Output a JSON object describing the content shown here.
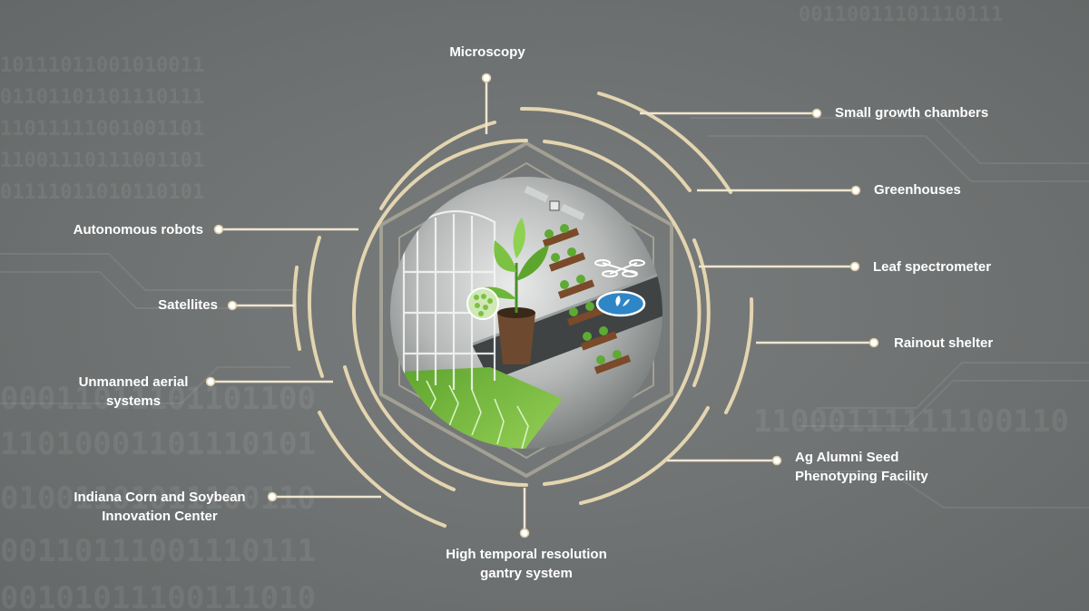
{
  "labels": {
    "microscopy": "Microscopy",
    "small_growth_chambers": "Small growth chambers",
    "greenhouses": "Greenhouses",
    "leaf_spectrometer": "Leaf spectrometer",
    "rainout_shelter": "Rainout shelter",
    "ag_alumni": [
      "Ag Alumni Seed",
      "Phenotyping Facility"
    ],
    "gantry": [
      "High temporal resolution",
      "gantry system"
    ],
    "indiana": [
      "Indiana Corn and Soybean",
      "Innovation Center"
    ],
    "uas": [
      "Unmanned aerial",
      "systems"
    ],
    "satellites": "Satellites",
    "autonomous_robots": "Autonomous robots"
  },
  "background_binary": [
    "10111011001010011",
    "01101101101110111",
    "11011111001001101",
    "11001110111001101",
    "01111011010110101",
    "00011011101101100",
    "11010001101110101",
    "01001101011100110",
    "00110111001110111",
    "00101011100111010",
    "00110011101110111",
    "11000111111100110"
  ],
  "colors": {
    "background": "#6e7171",
    "accent_ring": "#e3d5b0",
    "connector": "#efe6cf",
    "dot": "#ffffff",
    "label_text": "#ffffff",
    "circuit_green": "#7cc242"
  }
}
